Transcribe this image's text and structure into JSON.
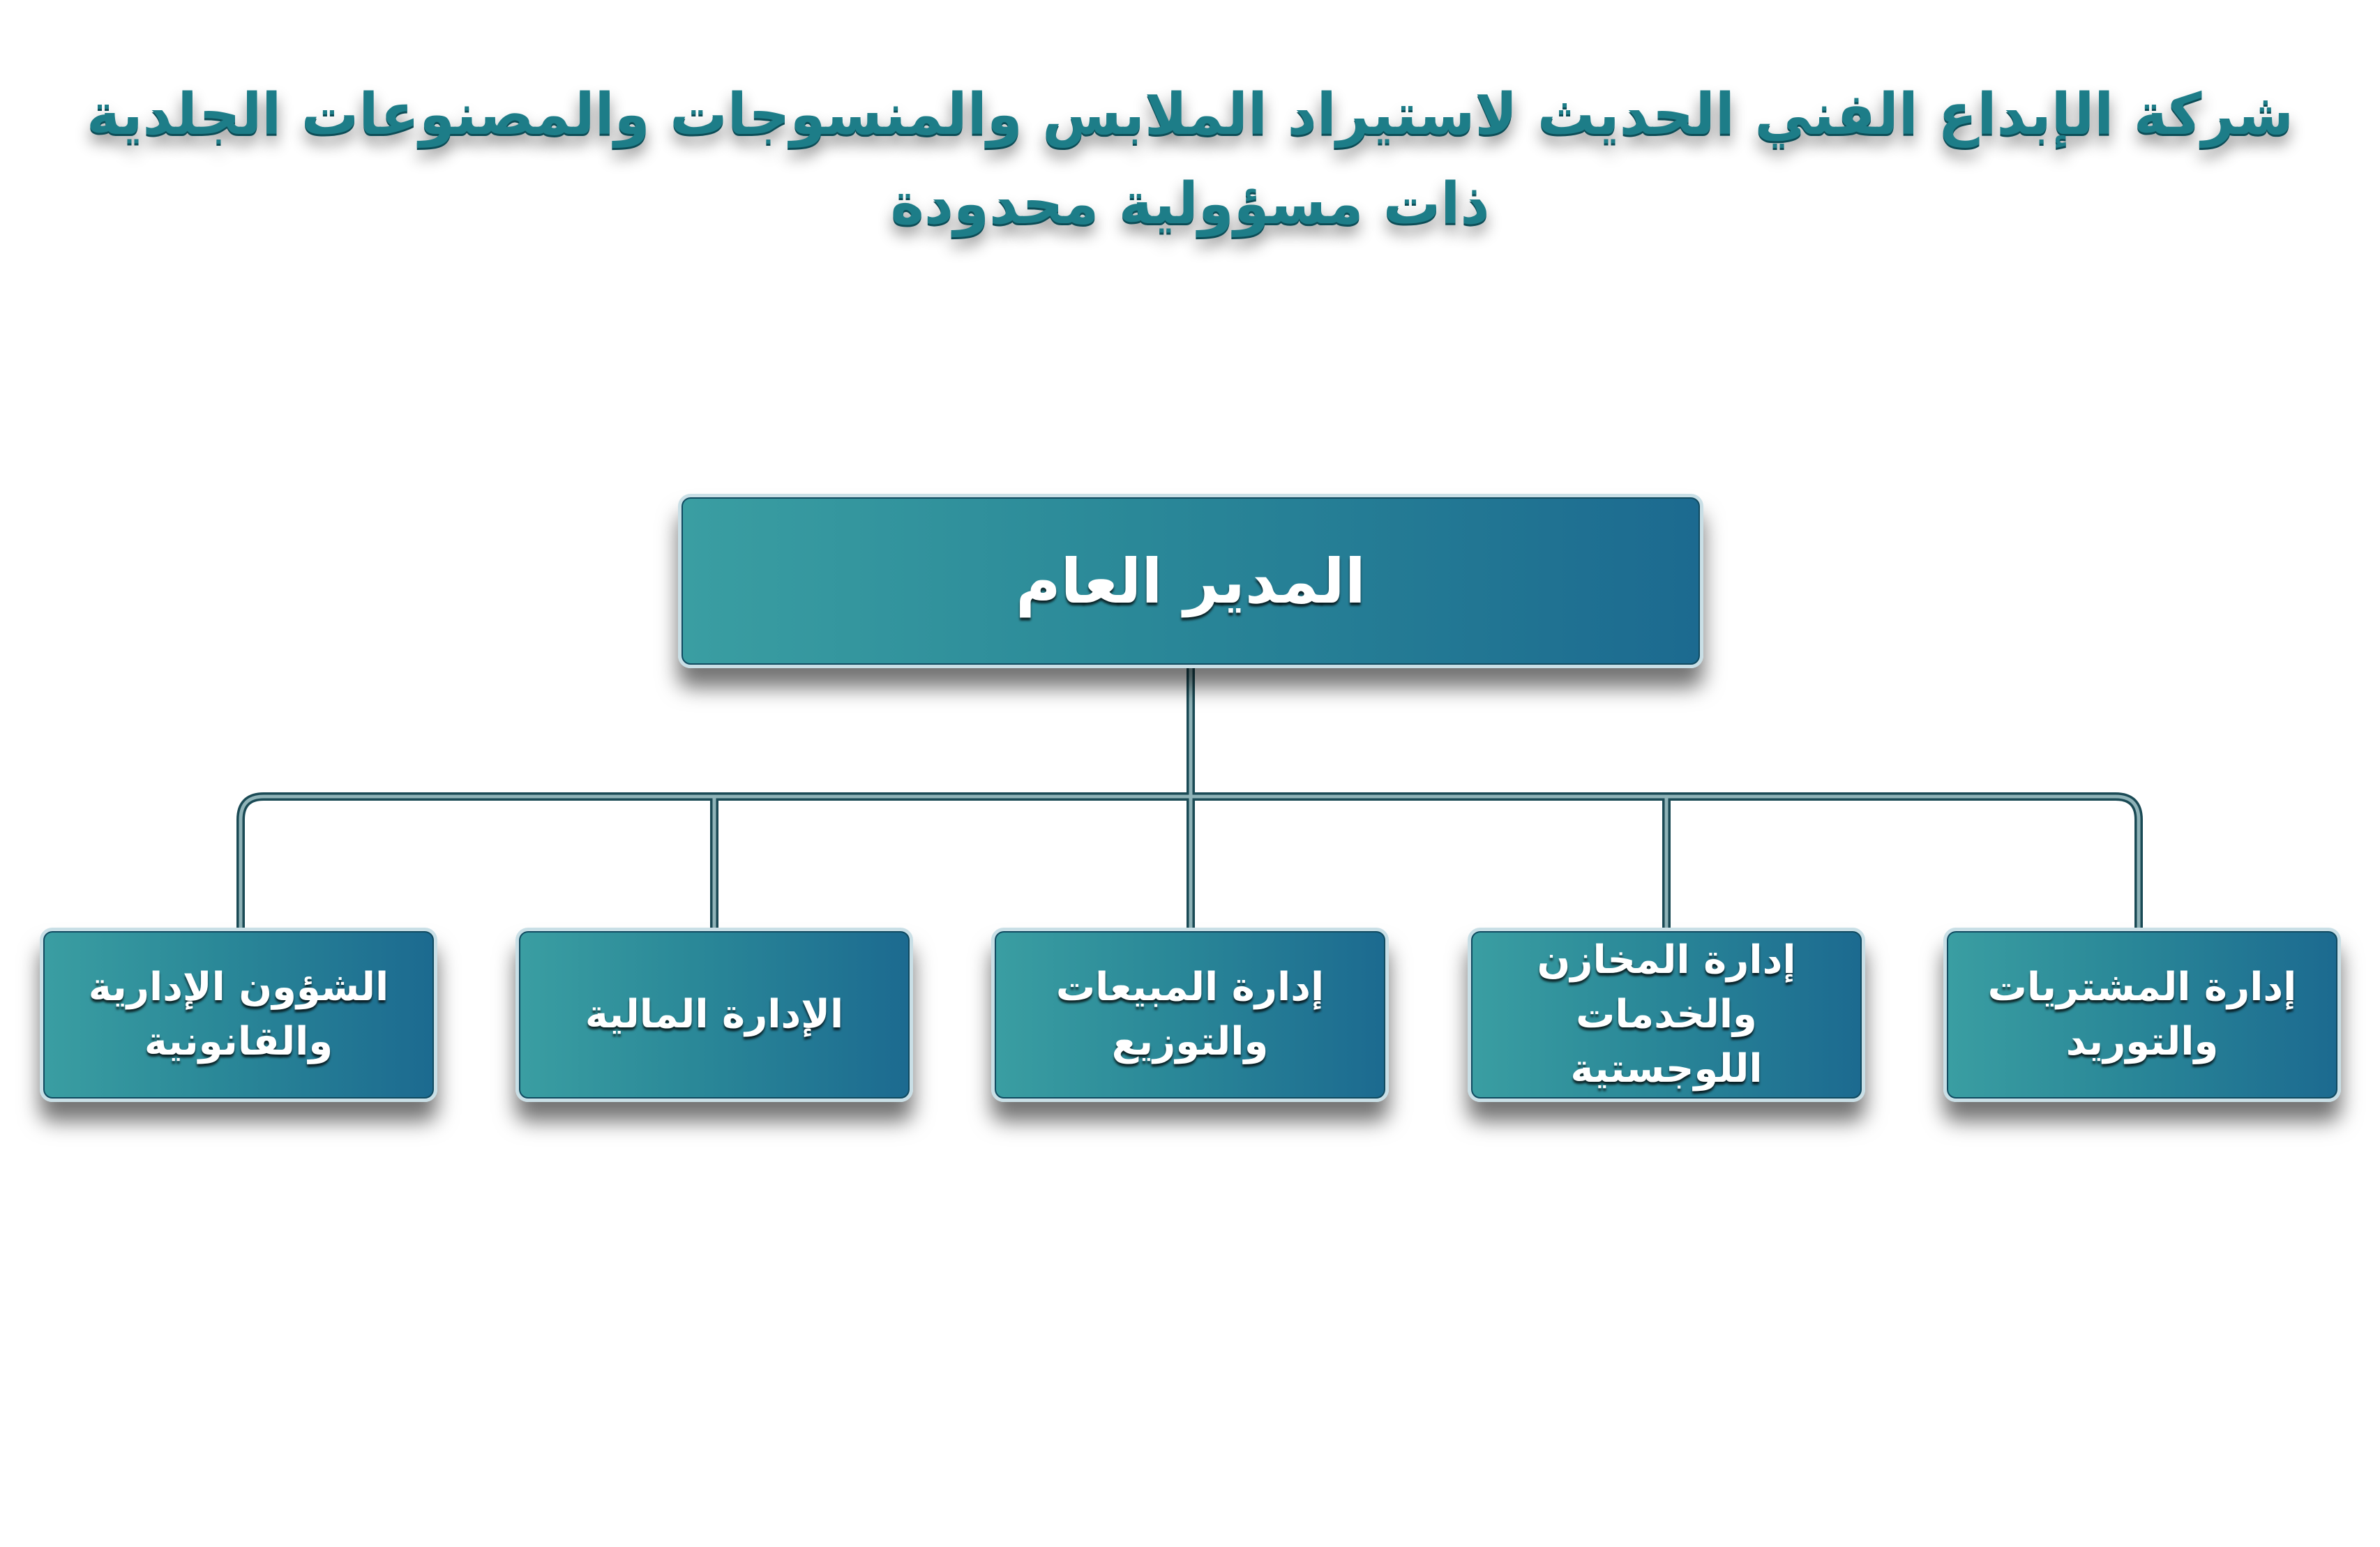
{
  "title": {
    "line1": "شركة الإبداع الفني الحديث لاستيراد الملابس والمنسوجات والمصنوعات الجلدية",
    "line2": "ذات مسؤولية محدودة"
  },
  "general_manager": "المدير العام",
  "departments": [
    {
      "line1": "إدارة المشتريات",
      "line2": "والتوريد"
    },
    {
      "line1": "إدارة المخازن",
      "line2": "والخدمات اللوجستية"
    },
    {
      "line1": "إدارة المبيعات",
      "line2": "والتوزيع"
    },
    {
      "line1": "الإدارة المالية",
      "line2": ""
    },
    {
      "line1": "الشؤون الإدارية",
      "line2": "والقانونية"
    }
  ],
  "colors": {
    "title": "#1d7d88",
    "box_start": "#3a9ea2",
    "box_end": "#1c6a90",
    "box_border": "#c9dfe6",
    "connector": "#1a4a55"
  }
}
